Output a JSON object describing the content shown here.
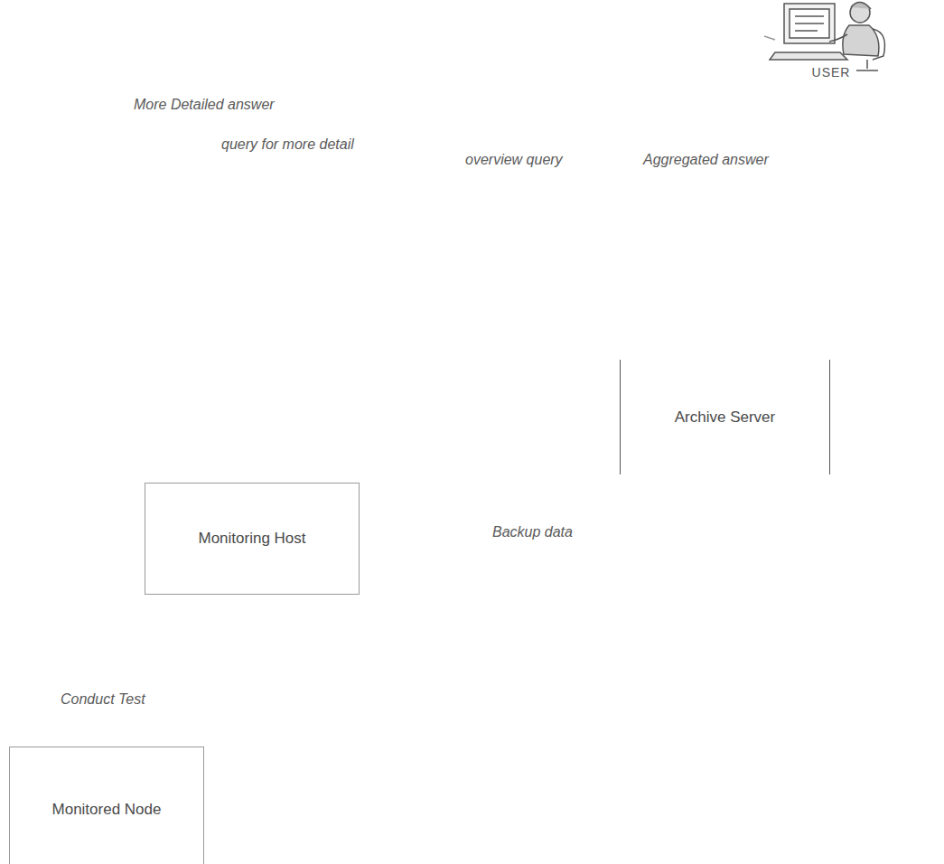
{
  "diagram": {
    "nodes": [
      {
        "text": [
          "USER"
        ]
      },
      {
        "text": [
          "Archive Server"
        ]
      },
      {
        "text": [
          "Monitoring Host"
        ]
      },
      {
        "text": [
          "Monitored Node"
        ]
      }
    ],
    "labels": [
      "More Detailed answer",
      "query for more detail",
      "overview query",
      "Aggregated answer",
      "Backup data",
      "Conduct Test"
    ]
  }
}
